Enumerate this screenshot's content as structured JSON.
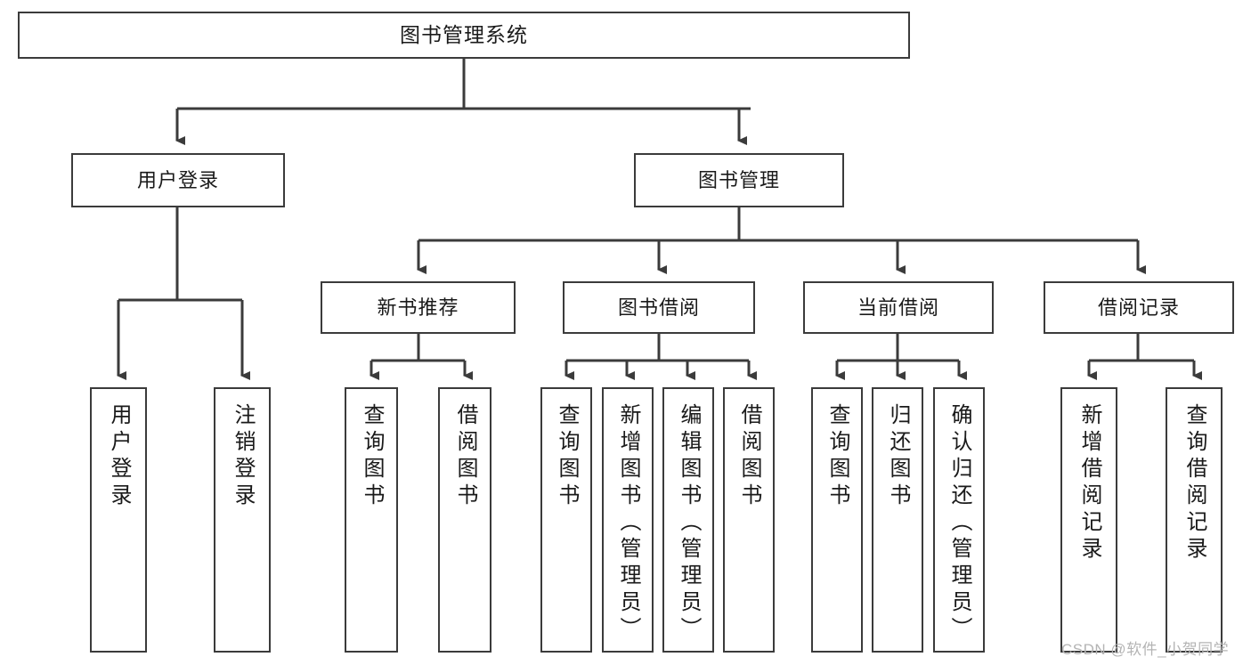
{
  "diagram": {
    "type": "tree-hierarchy",
    "title": "图书管理系统",
    "watermark": "CSDN @软件_小贺同学",
    "colors": {
      "box_border": "#3b3b3b",
      "box_fill": "#ffffff",
      "connector": "#3b3b3b",
      "text": "#1a1a1a",
      "watermark": "#b4b4b4",
      "background": "#ffffff"
    },
    "nodes": {
      "root": {
        "label": "图书管理系统"
      },
      "level1": [
        {
          "id": "user-login",
          "label": "用户登录"
        },
        {
          "id": "book-manage",
          "label": "图书管理"
        }
      ],
      "level2": [
        {
          "id": "new-book-recommend",
          "label": "新书推荐"
        },
        {
          "id": "book-borrow",
          "label": "图书借阅"
        },
        {
          "id": "current-borrow",
          "label": "当前借阅"
        },
        {
          "id": "borrow-record",
          "label": "借阅记录"
        }
      ],
      "leaves": {
        "user_login": [
          {
            "id": "leaf-user-login",
            "label": "用户登录"
          },
          {
            "id": "leaf-logout-login",
            "label": "注销登录"
          }
        ],
        "new_book_recommend": [
          {
            "id": "leaf-query-book-1",
            "label": "查询图书"
          },
          {
            "id": "leaf-borrow-book-1",
            "label": "借阅图书"
          }
        ],
        "book_borrow": [
          {
            "id": "leaf-query-book-2",
            "label": "查询图书"
          },
          {
            "id": "leaf-add-book",
            "label": "新增图书（管理员）"
          },
          {
            "id": "leaf-edit-book",
            "label": "编辑图书（管理员）"
          },
          {
            "id": "leaf-borrow-book-2",
            "label": "借阅图书"
          }
        ],
        "current_borrow": [
          {
            "id": "leaf-query-book-3",
            "label": "查询图书"
          },
          {
            "id": "leaf-return-book",
            "label": "归还图书"
          },
          {
            "id": "leaf-confirm-return",
            "label": "确认归还（管理员）"
          }
        ],
        "borrow_record": [
          {
            "id": "leaf-add-record",
            "label": "新增借阅记录"
          },
          {
            "id": "leaf-query-record",
            "label": "查询借阅记录"
          }
        ]
      }
    }
  }
}
